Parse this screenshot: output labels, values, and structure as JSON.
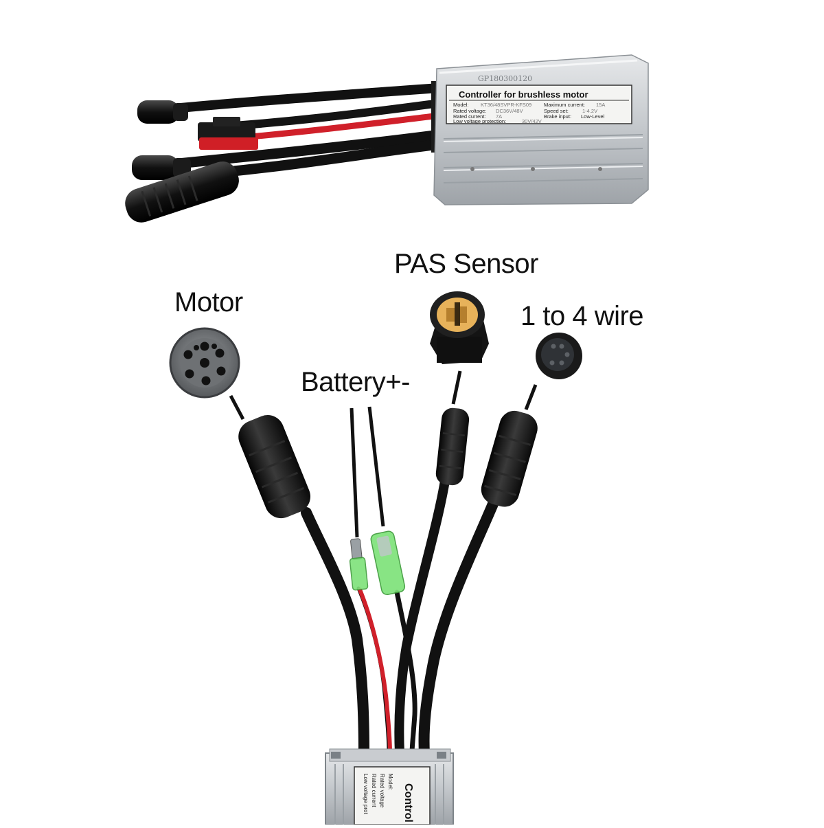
{
  "product": {
    "serial": "GP180300120",
    "label_title": "Controller for brushless motor",
    "label_rows": [
      {
        "key": "Model:",
        "value": "KT36/48SVPR-KFS09",
        "key2": "Maximum current:",
        "value2": "15A"
      },
      {
        "key": "Rated voltage:",
        "value": "DC36V/48V",
        "key2": "Speed set:",
        "value2": "1-4.2V"
      },
      {
        "key": "Rated current:",
        "value": "7A",
        "key2": "Brake input:",
        "value2": "Low-Level"
      },
      {
        "key": "Low voltage protection:",
        "value": "30V/42V",
        "key2": "",
        "value2": ""
      }
    ],
    "bottom_label_title": "Control",
    "bottom_label_lines": [
      "Model:",
      "Rated voltage",
      "Rated current",
      "Low voltage prot"
    ]
  },
  "callouts": {
    "motor": "Motor",
    "pas": "PAS Sensor",
    "wire": "1 to 4 wire",
    "battery": "Battery+-"
  },
  "colors": {
    "cable": "#111111",
    "red_wire": "#d0202a",
    "aluminum": "#c8ccd0",
    "connector_yellow": "#e7b25a",
    "green_sleeve": "#7ee27a"
  }
}
